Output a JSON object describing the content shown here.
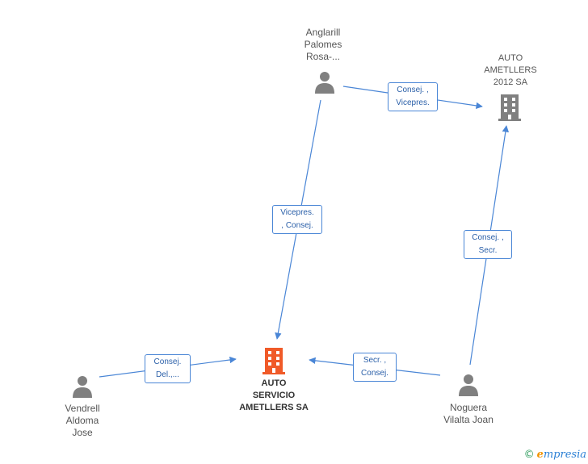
{
  "diagram": {
    "nodes": {
      "anglarill": {
        "lines": [
          "Anglarill",
          "Palomes",
          "Rosa-..."
        ],
        "kind": "person",
        "icon": "person-icon"
      },
      "auto2012": {
        "lines": [
          "AUTO",
          "AMETLLERS",
          "2012 SA"
        ],
        "kind": "company",
        "icon": "building-icon"
      },
      "center": {
        "lines": [
          "AUTO",
          "SERVICIO",
          "AMETLLERS SA"
        ],
        "kind": "company",
        "icon": "building-icon"
      },
      "vendrell": {
        "lines": [
          "Vendrell",
          "Aldoma",
          "Jose"
        ],
        "kind": "person",
        "icon": "person-icon"
      },
      "noguera": {
        "lines": [
          "Noguera",
          "Vilalta Joan"
        ],
        "kind": "person",
        "icon": "person-icon"
      }
    },
    "edges": {
      "anglarill_auto2012": {
        "lines": [
          "Consej. ,",
          "Vicepres."
        ]
      },
      "anglarill_center": {
        "lines": [
          "Vicepres.",
          ", Consej."
        ]
      },
      "noguera_auto2012": {
        "lines": [
          "Consej. ,",
          "Secr."
        ]
      },
      "vendrell_center": {
        "lines": [
          "Consej.",
          "Del.,..."
        ]
      },
      "noguera_center": {
        "lines": [
          "Secr. ,",
          "Consej."
        ]
      }
    },
    "colors": {
      "edge": "#4a86d6",
      "person_icon": "#808080",
      "company_icon": "#808080",
      "center_icon": "#f05a28"
    }
  },
  "brand": {
    "copyright": "©",
    "name_initial": "e",
    "name_rest": "mpresia"
  }
}
